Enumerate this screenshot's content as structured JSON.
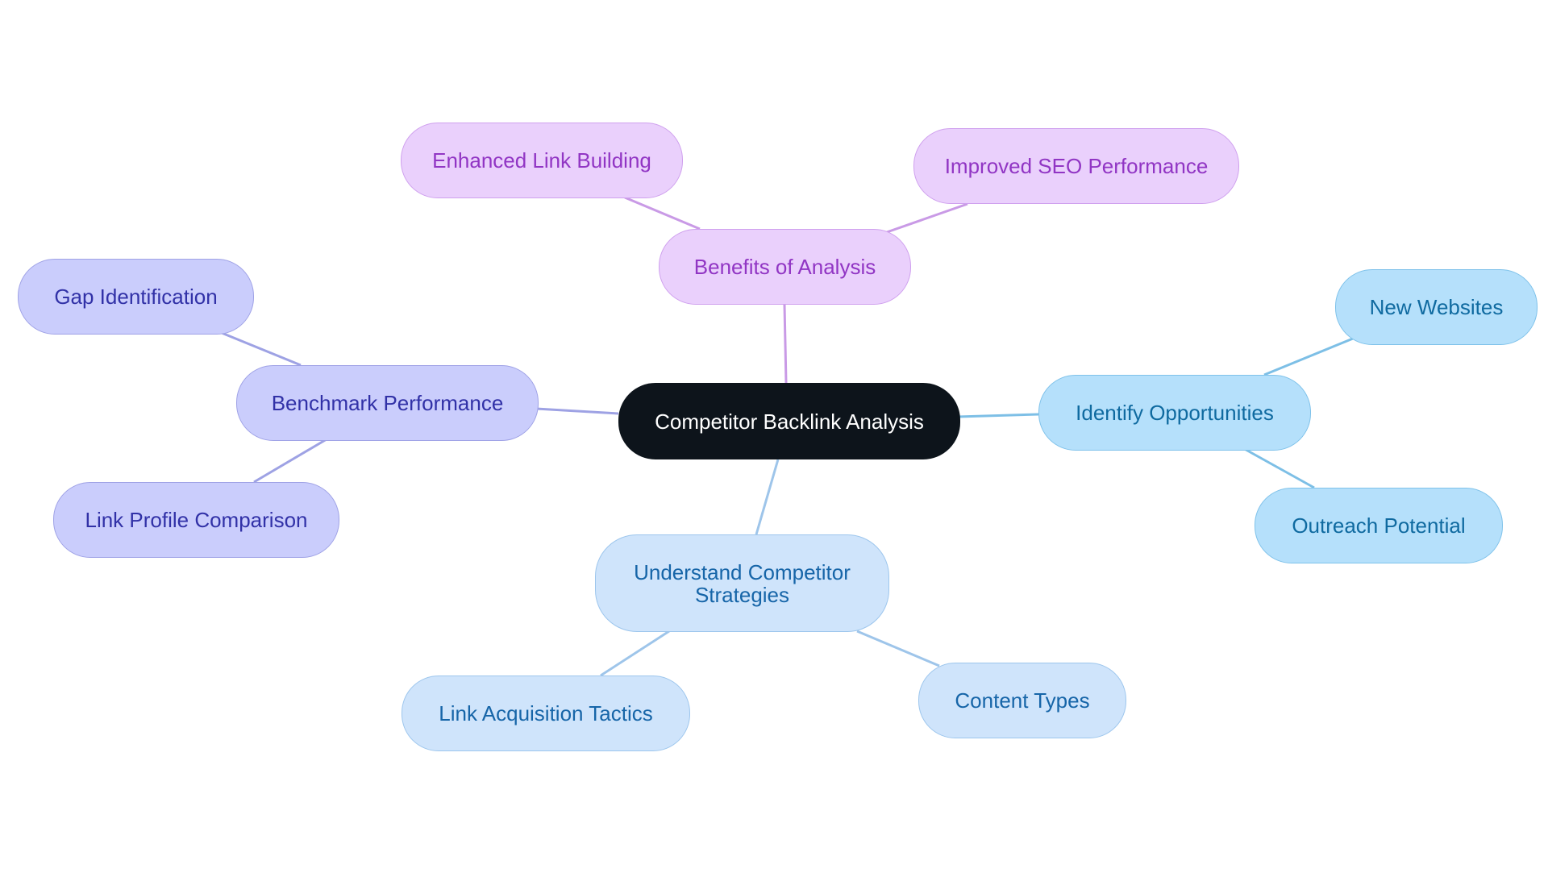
{
  "diagram": {
    "root": "Competitor Backlink Analysis",
    "branches": {
      "benefits": {
        "label": "Benefits of Analysis",
        "children": [
          "Enhanced Link Building",
          "Improved SEO Performance"
        ],
        "color": "#ead0fc",
        "edge_color": "#c99ae6"
      },
      "benchmark": {
        "label": "Benchmark Performance",
        "children": [
          "Gap Identification",
          "Link Profile Comparison"
        ],
        "color": "#cacdfc",
        "edge_color": "#9ea2e4"
      },
      "opportunities": {
        "label": "Identify Opportunities",
        "children": [
          "New Websites",
          "Outreach Potential"
        ],
        "color": "#b5e0fb",
        "edge_color": "#7dbfe6"
      },
      "strategies": {
        "label": "Understand Competitor\nStrategies",
        "children": [
          "Link Acquisition Tactics",
          "Content Types"
        ],
        "color": "#cfe4fb",
        "edge_color": "#9ec5ea"
      }
    }
  }
}
